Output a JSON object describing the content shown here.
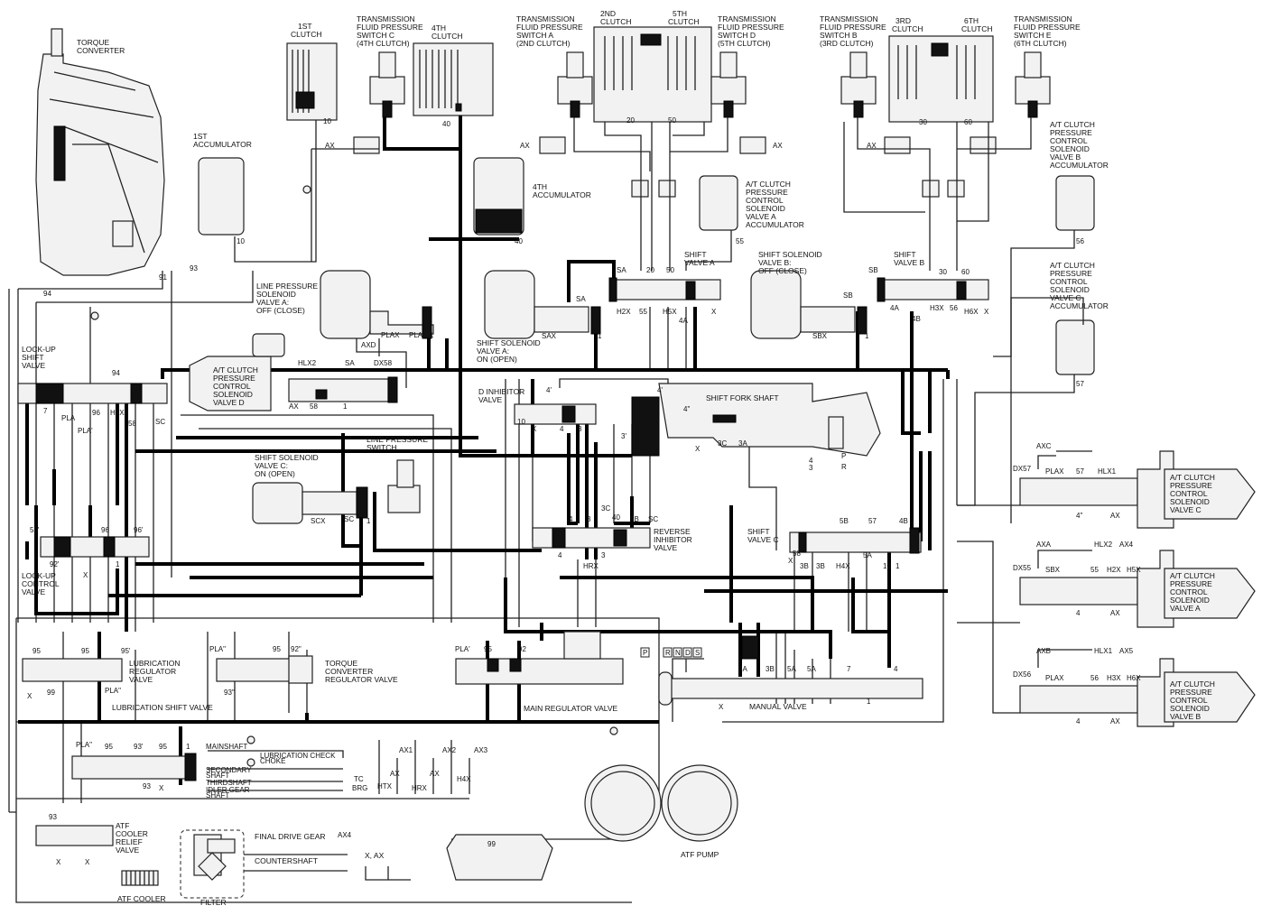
{
  "components": {
    "torque_converter": [
      "TORQUE",
      "CONVERTER"
    ],
    "clutch_1st": [
      "1ST",
      "CLUTCH"
    ],
    "clutch_2nd": [
      "2ND",
      "CLUTCH"
    ],
    "clutch_3rd": [
      "3RD",
      "CLUTCH"
    ],
    "clutch_4th": [
      "4TH",
      "CLUTCH"
    ],
    "clutch_5th": [
      "5TH",
      "CLUTCH"
    ],
    "clutch_6th": [
      "6TH",
      "CLUTCH"
    ],
    "switch_c": [
      "TRANSMISSION",
      "FLUID PRESSURE",
      "SWITCH C",
      "(4TH CLUTCH)"
    ],
    "switch_a": [
      "TRANSMISSION",
      "FLUID PRESSURE",
      "SWITCH A",
      "(2ND CLUTCH)"
    ],
    "switch_d": [
      "TRANSMISSION",
      "FLUID PRESSURE",
      "SWITCH D",
      "(5TH CLUTCH)"
    ],
    "switch_b": [
      "TRANSMISSION",
      "FLUID PRESSURE",
      "SWITCH B",
      "(3RD CLUTCH)"
    ],
    "switch_e": [
      "TRANSMISSION",
      "FLUID PRESSURE",
      "SWITCH E",
      "(6TH CLUTCH)"
    ],
    "accumulator_1st": [
      "1ST",
      "ACCUMULATOR"
    ],
    "accumulator_4th": [
      "4TH",
      "ACCUMULATOR"
    ],
    "acc_valve_a": [
      "A/T CLUTCH",
      "PRESSURE",
      "CONTROL",
      "SOLENOID",
      "VALVE A",
      "ACCUMULATOR"
    ],
    "acc_valve_b": [
      "A/T CLUTCH",
      "PRESSURE",
      "CONTROL",
      "SOLENOID",
      "VALVE B",
      "ACCUMULATOR"
    ],
    "acc_valve_c": [
      "A/T CLUTCH",
      "PRESSURE",
      "CONTROL",
      "SOLENOID",
      "VALVE C",
      "ACCUMULATOR"
    ],
    "line_pressure_solenoid": [
      "LINE PRESSURE",
      "SOLENOID",
      "VALVE A:",
      "OFF (CLOSE)"
    ],
    "shift_solenoid_a": [
      "SHIFT SOLENOID",
      "VALVE A:",
      "ON (OPEN)"
    ],
    "shift_solenoid_b": [
      "SHIFT SOLENOID",
      "VALVE B:",
      "OFF (CLOSE)"
    ],
    "shift_solenoid_c": [
      "SHIFT SOLENOID",
      "VALVE C:",
      "ON (OPEN)"
    ],
    "shift_valve_a": [
      "SHIFT",
      "VALVE A"
    ],
    "shift_valve_b": [
      "SHIFT",
      "VALVE B"
    ],
    "shift_valve_c": [
      "SHIFT",
      "VALVE C"
    ],
    "lockup_shift": [
      "LOCK-UP",
      "SHIFT",
      "VALVE"
    ],
    "lockup_control": [
      "LOCK-UP",
      "CONTROL",
      "VALVE"
    ],
    "solenoid_d": [
      "A/T CLUTCH",
      "PRESSURE",
      "CONTROL",
      "SOLENOID",
      "VALVE D"
    ],
    "solenoid_c": [
      "A/T CLUTCH",
      "PRESSURE",
      "CONTROL",
      "SOLENOID",
      "VALVE C"
    ],
    "solenoid_a": [
      "A/T CLUTCH",
      "PRESSURE",
      "CONTROL",
      "SOLENOID",
      "VALVE A"
    ],
    "solenoid_b": [
      "A/T CLUTCH",
      "PRESSURE",
      "CONTROL",
      "SOLENOID",
      "VALVE B"
    ],
    "d_inhibitor": [
      "D INHIBITOR",
      "VALVE"
    ],
    "shift_fork_shaft": "SHIFT FORK SHAFT",
    "line_pressure_switch": [
      "LINE PRESSURE",
      "SWITCH"
    ],
    "reverse_inhibitor": [
      "REVERSE",
      "INHIBITOR",
      "VALVE"
    ],
    "lubrication_regulator": [
      "LUBRICATION",
      "REGULATOR",
      "VALVE"
    ],
    "tc_regulator": [
      "TORQUE",
      "CONVERTER",
      "REGULATOR VALVE"
    ],
    "lubrication_shift": "LUBRICATION SHIFT VALVE",
    "main_regulator": "MAIN REGULATOR VALVE",
    "manual_valve": "MANUAL VALVE",
    "atf_cooler_relief": [
      "ATF",
      "COOLER",
      "RELIEF",
      "VALVE"
    ],
    "final_drive_gear": "FINAL DRIVE GEAR",
    "countershaft": "COUNTERSHAFT",
    "atf_pump": "ATF PUMP",
    "atf_cooler": "ATF COOLER",
    "filter": "FILTER",
    "x_ax": "X, AX",
    "shafts": [
      "MAINSHAFT",
      "SECONDARY",
      "SHAFT",
      "THIRDSHAFT",
      "IDLER GEAR",
      "SHAFT",
      "LUBRICATION CHECK",
      "CHOKE"
    ],
    "gear_positions": [
      "P",
      "R",
      "N",
      "D",
      "S"
    ]
  },
  "port_labels": {
    "c10": "10",
    "c40": "40",
    "c20": "20",
    "c50": "50",
    "c30": "30",
    "c60": "60",
    "ax1": "AX",
    "ax2": "AX",
    "ax3": "AX",
    "ax4": "AX",
    "acc10": "10",
    "acc40": "40",
    "acc55": "55",
    "acc56": "56",
    "acc57": "57",
    "p91": "91",
    "p93": "93",
    "p94": "94",
    "sa1": "SA",
    "sa2": "SA",
    "h2x": "H2X",
    "p55a": "55",
    "h5x": "H5X",
    "p4a": "4A",
    "x1": "X",
    "p20": "20",
    "p50": "50",
    "sb1": "SB",
    "sb2": "SB",
    "p4a2": "4A",
    "p4b": "4B",
    "h3x": "H3X",
    "p56": "56",
    "h6x": "H6X",
    "x2": "X",
    "p30": "30",
    "p60": "60",
    "sax": "SAX",
    "sbx": "SBX",
    "one1": "1",
    "one2": "1",
    "plax1": "PLAX",
    "pla1": "PLA",
    "one3": "1",
    "axd": "AXD",
    "sa3": "SA",
    "dx58": "DX58",
    "hlx2": "HLX2",
    "ax5": "AX",
    "p58a": "58",
    "one4": "1",
    "p94b": "94",
    "p7": "7",
    "pla2": "PLA",
    "p96": "96",
    "h1x": "H1X",
    "p58b": "58",
    "sc1": "SC",
    "pla3": "PLA'",
    "p58c": "58'",
    "p96b": "96",
    "p96c": "96'",
    "p92a": "92'",
    "x3": "X",
    "one5": "1",
    "scx": "SCX",
    "sc2": "SC",
    "one6": "1",
    "p4prime": "4'",
    "p4prime2": "4'",
    "p10": "10",
    "x4": "X",
    "p4": "4",
    "p3": "3",
    "p4pp": "4\"",
    "p3p": "3'",
    "x5": "X",
    "p3c": "3C",
    "p3a": "3A",
    "det1": "4",
    "det2": "3",
    "det3": "P",
    "det4": "R",
    "p3cb": "3C",
    "p40": "40",
    "p5b": "5B",
    "sc3": "SC",
    "p4b1": "4",
    "p3b1": "3",
    "p4c": "4",
    "hrx": "HRX",
    "p3d": "3",
    "p5b2": "5B",
    "p57": "57",
    "p4b3": "4B",
    "p58d": "58'",
    "x6": "X",
    "p3b2": "3B",
    "p3b3": "3B",
    "h4x": "H4X",
    "p5a": "5A",
    "p10b": "10",
    "one7": "1",
    "axc": "AXC",
    "dx57": "DX57",
    "plax2": "PLAX",
    "p57b": "57",
    "hlx1": "HLX1",
    "p4pp2": "4\"",
    "ax6": "AX",
    "axa": "AXA",
    "dx55": "DX55",
    "hlx2b": "HLX2",
    "ax4b": "AX4",
    "sbx2": "SBX",
    "p55b": "55",
    "h2x2": "H2X",
    "h5x2": "H5X",
    "p4d": "4",
    "ax7": "AX",
    "axb": "AXB",
    "dx56": "DX56",
    "hlx1b": "HLX1",
    "ax5b": "AX5",
    "plax3": "PLAX",
    "p56b": "56",
    "h3x2": "H3X",
    "h6x2": "H6X",
    "p4e": "4",
    "ax8": "AX",
    "p95a": "95",
    "p95b": "95",
    "p95c": "95'",
    "x7": "X",
    "p99": "99",
    "pla4": "PLA\"",
    "pla5": "PLA\"",
    "p95d": "95",
    "p92b": "92\"",
    "p93a": "93\"",
    "pla6": "PLA'",
    "p95e": "95",
    "p92c": "92",
    "p3a2": "3A",
    "p3b4": "3B",
    "p5a2": "5A",
    "p5a3": "5A",
    "p7b": "7",
    "p4f": "4",
    "x8": "X",
    "one8": "1",
    "pla7": "PLA\"",
    "p95f": "95",
    "p93b": "93'",
    "p95g": "95",
    "one9": "1",
    "p93c": "93",
    "x9": "X",
    "ax1b": "AX1",
    "ax2b": "AX2",
    "ax3b": "AX3",
    "tc": "TC",
    "brg": "BRG",
    "htx": "HTX",
    "ax9": "AX",
    "hrx2": "HRX",
    "ax10": "AX",
    "h4x2": "H4X",
    "ax4c": "AX4",
    "p93d": "93",
    "x10": "X",
    "x11": "X",
    "p99b": "99"
  }
}
